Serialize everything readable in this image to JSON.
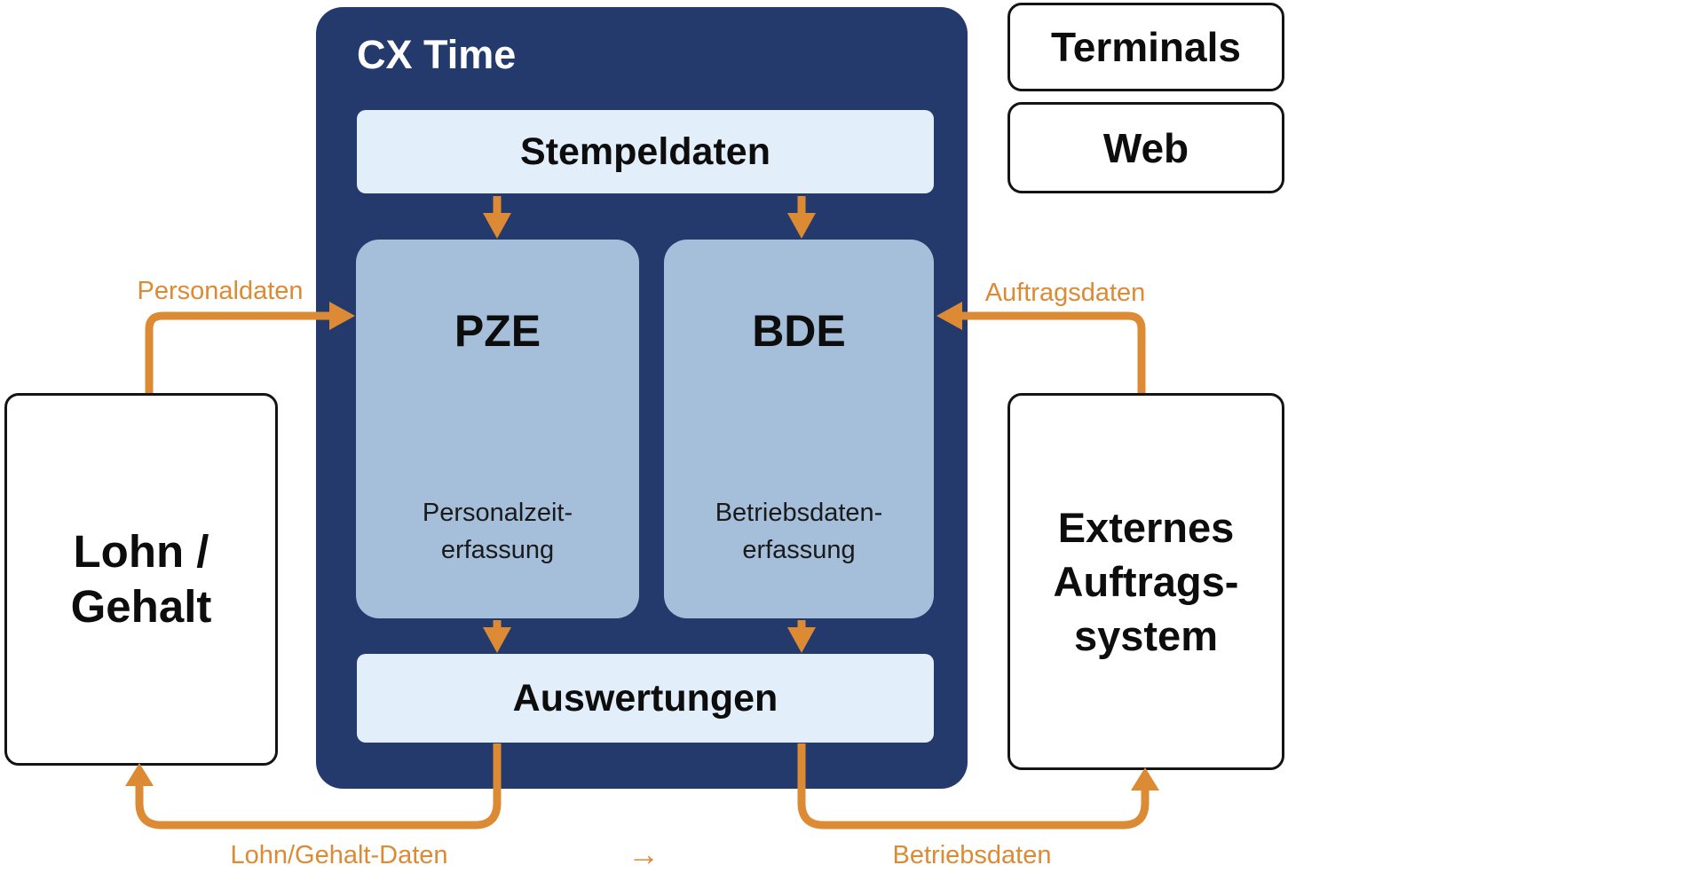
{
  "colors": {
    "container_navy": "#243A6C",
    "bar_light_blue": "#E3EEFB",
    "module_mid_blue": "#A5BFDB",
    "flow_orange": "#DC8A33",
    "text_black": "#0d0d0d",
    "title_white": "#ffffff"
  },
  "cx_time": {
    "title": "CX Time",
    "stempeldaten": "Stempeldaten",
    "pze": {
      "title": "PZE",
      "subtitle": "Personalzeit-\nerfassung"
    },
    "bde": {
      "title": "BDE",
      "subtitle": "Betriebsdaten-\nerfassung"
    },
    "auswertungen": "Auswertungen"
  },
  "external_boxes": {
    "terminals": "Terminals",
    "web": "Web",
    "lohn_gehalt": "Lohn /\nGehalt",
    "externes_auftragssystem": "Externes\nAuftrags-\nsystem"
  },
  "flow_labels": {
    "personaldaten": "Personaldaten",
    "auftragsdaten": "Auftragsdaten",
    "lohn_gehalt_daten": "Lohn/Gehalt-Daten",
    "betriebsdaten": "Betriebsdaten",
    "arrow_glyph": "→"
  }
}
